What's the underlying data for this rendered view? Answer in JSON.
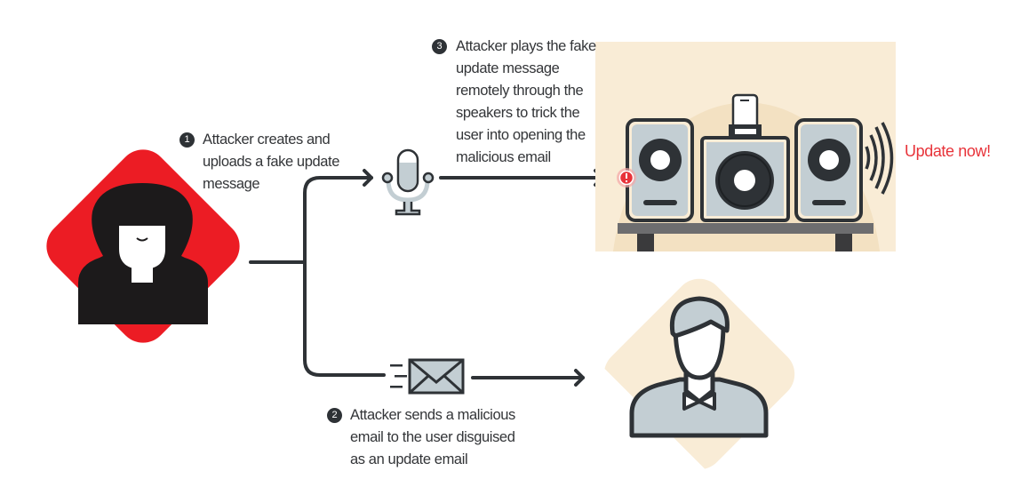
{
  "steps": [
    {
      "number": "1",
      "lines": [
        "Attacker creates and",
        "uploads a fake update",
        "message"
      ]
    },
    {
      "number": "2",
      "lines": [
        "Attacker sends a malicious",
        "email to the user disguised",
        "as an update email"
      ]
    },
    {
      "number": "3",
      "lines": [
        "Attacker plays the fake",
        "update message",
        "remotely through the",
        "speakers to trick the",
        "user into opening the",
        "malicious email"
      ]
    }
  ],
  "speaker_output": "Update now!",
  "colors": {
    "attacker_red": "#ec1c24",
    "ink": "#2e3236",
    "beige": "#f9ecd6",
    "alert": "#e8333a",
    "grey_blue": "#c3ced3"
  }
}
